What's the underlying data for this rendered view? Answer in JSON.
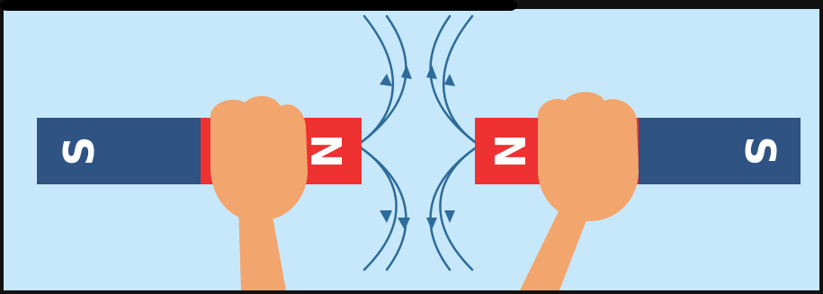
{
  "magnets": {
    "left": {
      "outer_label": "S",
      "inner_label": "N"
    },
    "right": {
      "inner_label": "N",
      "outer_label": "S"
    }
  },
  "colors": {
    "background": "#c7e8fa",
    "frame": "#111111",
    "south_pole": "#2f5382",
    "north_pole": "#ee3131",
    "hand": "#f2a56d",
    "field_lines": "#2d6b9a"
  },
  "icons": {
    "hand": "fist-hand-icon",
    "arrow": "field-direction-arrow-icon"
  }
}
